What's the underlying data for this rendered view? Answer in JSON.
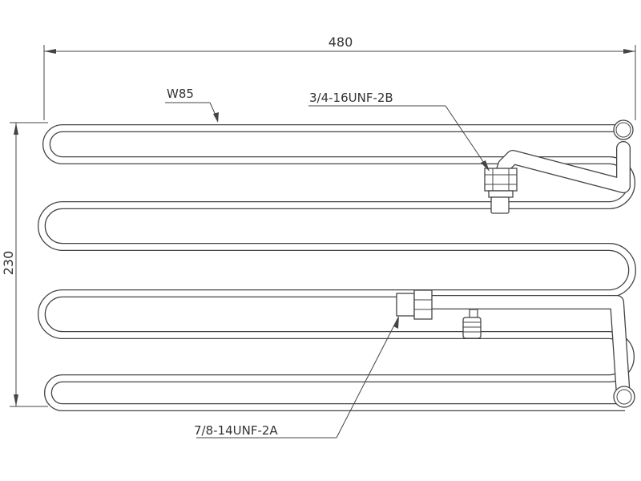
{
  "labels": {
    "width_dim": "480",
    "height_dim": "230",
    "tube_spec": "W85",
    "fitting_top": "3/4-16UNF-2B",
    "fitting_bottom": "7/8-14UNF-2A"
  },
  "colors": {
    "line": "#444444",
    "text": "#333333",
    "background": "#ffffff"
  }
}
